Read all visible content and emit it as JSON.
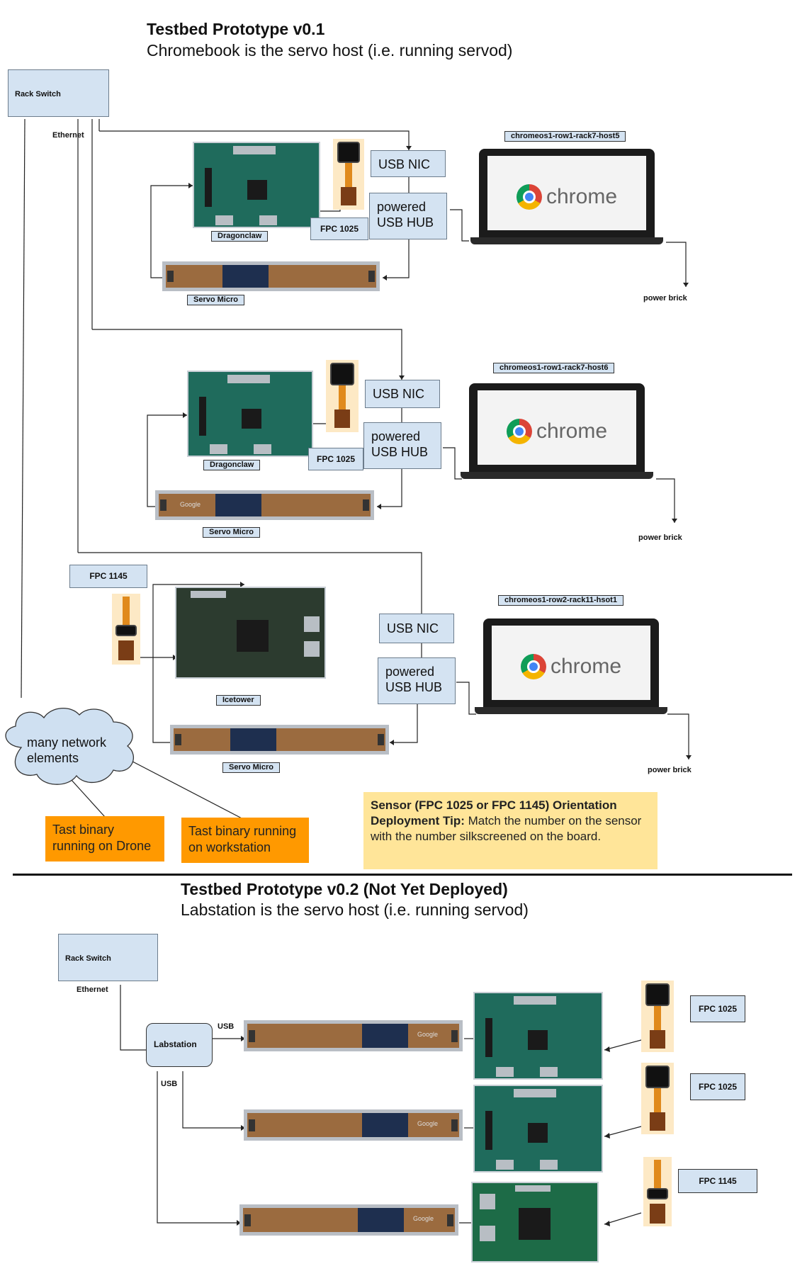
{
  "v01": {
    "title": "Testbed Prototype v0.1",
    "subtitle": "Chromebook is the servo host (i.e. running servod)",
    "rack_switch": "Rack Switch",
    "ethernet": "Ethernet",
    "rows": [
      {
        "host": "chromeos1-row1-rack7-host5",
        "usb_nic": "USB NIC",
        "hub": "powered\nUSB HUB",
        "board": "Dragonclaw",
        "sensor": "FPC 1025",
        "servo": "Servo Micro",
        "power": "power brick"
      },
      {
        "host": "chromeos1-row1-rack7-host6",
        "usb_nic": "USB NIC",
        "hub": "powered\nUSB HUB",
        "board": "Dragonclaw",
        "sensor": "FPC 1025",
        "servo": "Servo Micro",
        "power": "power brick"
      },
      {
        "host": "chromeos1-row2-rack11-hsot1",
        "usb_nic": "USB NIC",
        "hub": "powered\nUSB HUB",
        "board": "Icetower",
        "sensor": "FPC 1145",
        "servo": "Servo Micro",
        "power": "power brick"
      }
    ],
    "cloud": "many network\nelements",
    "tast_drone": "Tast binary\nrunning on Drone",
    "tast_workstation": "Tast binary running\non workstation",
    "tip_bold": "Sensor (FPC 1025 or FPC 1145) Orientation Deployment Tip:",
    "tip_text": " Match the number on the sensor with the number silkscreened on the board.",
    "chrome": "chrome",
    "google": "Google"
  },
  "v02": {
    "title": "Testbed Prototype v0.2 (Not Yet Deployed)",
    "subtitle": "Labstation is the servo host (i.e. running servod)",
    "rack_switch": "Rack Switch",
    "ethernet": "Ethernet",
    "labstation": "Labstation",
    "usb": "USB",
    "sensors": [
      "FPC 1025",
      "FPC 1025",
      "FPC 1145"
    ]
  }
}
